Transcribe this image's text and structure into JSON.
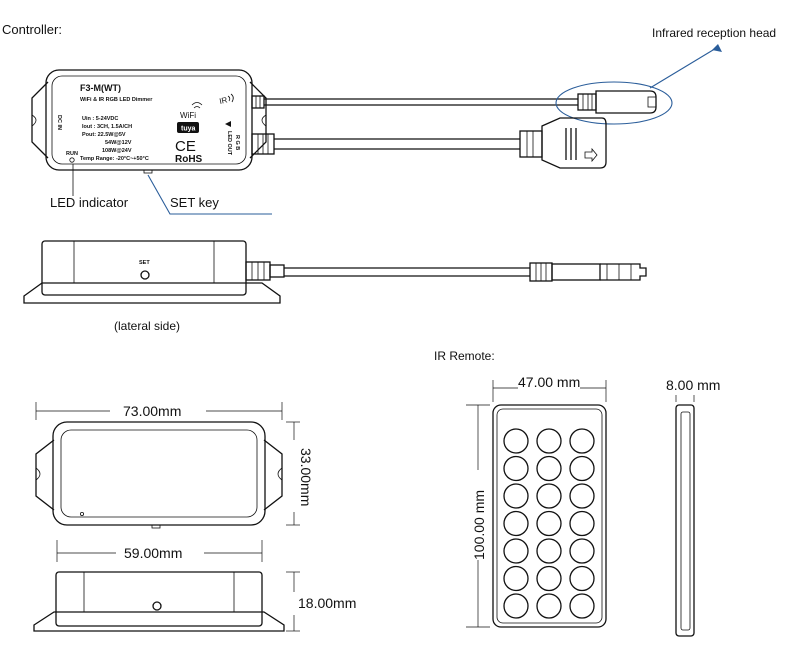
{
  "labels": {
    "controller": "Controller:",
    "infrared": "Infrared reception head",
    "led_indicator": "LED indicator",
    "set_key": "SET key",
    "lateral": "(lateral side)",
    "ir_remote": "IR Remote:"
  },
  "device": {
    "model": "F3-M(WT)",
    "subtitle": "WiFi & IR RGB LED Dimmer",
    "uin": "Uin : 5-24VDC",
    "iout": "Iout : 3CH, 1.5A/CH",
    "pout": "Pout: 22.5W@5V",
    "pout2": "54W@12V",
    "pout3": "108W@24V",
    "temp": "Temp Range: -20°C~+50°C",
    "wifi": "WiFi",
    "tuya": "tuya",
    "ce": "CE",
    "rohs": "RoHS",
    "dcin": "DC IN",
    "ledout": "LED OUT",
    "rgb": "R G B",
    "run": "RUN",
    "ir": "IR",
    "set": "SET"
  },
  "dimensions": {
    "width": "73.00mm",
    "height": "33.00mm",
    "inner": "59.00mm",
    "depth": "18.00mm",
    "remote_width": "47.00 mm",
    "remote_height": "100.00 mm",
    "remote_depth": "8.00 mm"
  },
  "colors": {
    "lines": "#111111",
    "accent": "#2a5d9a"
  }
}
